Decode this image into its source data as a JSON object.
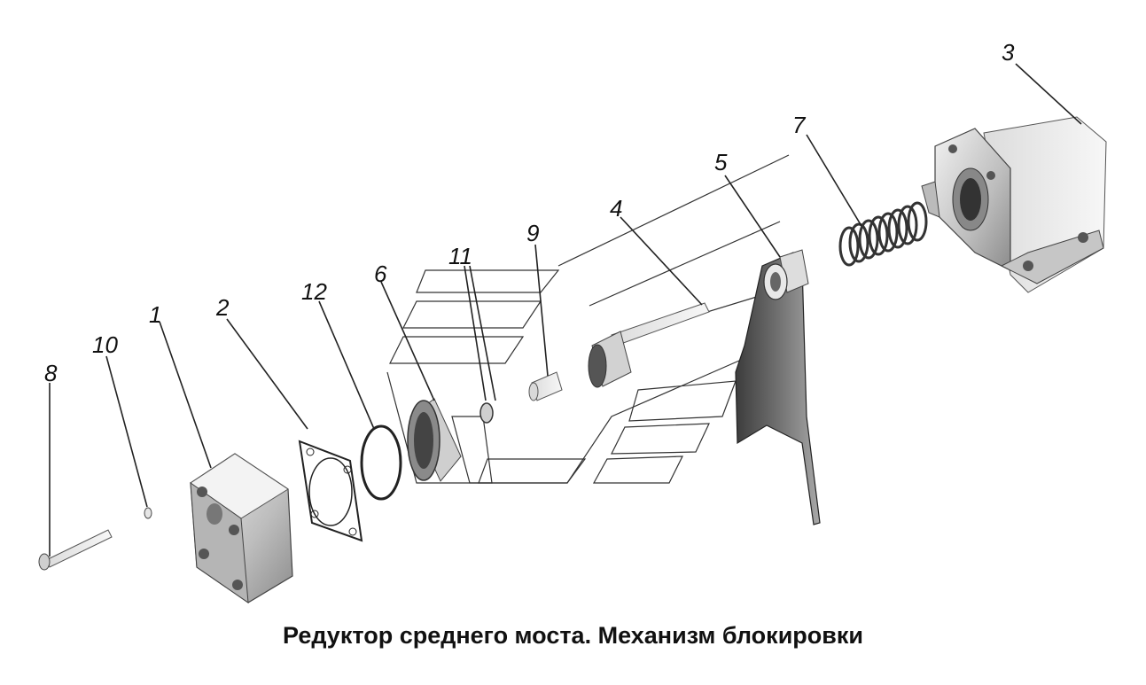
{
  "caption": "Редуктор среднего моста. Механизм блокировки",
  "callouts": [
    "1",
    "2",
    "3",
    "4",
    "5",
    "6",
    "7",
    "8",
    "9",
    "10",
    "11",
    "12"
  ]
}
